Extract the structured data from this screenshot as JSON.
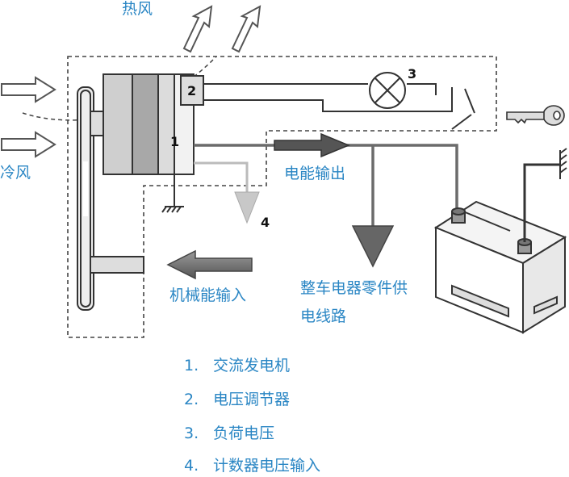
{
  "labels": {
    "hot_air": "热风",
    "cold_air": "冷风",
    "power_output": "电能输出",
    "mechanical_input": "机械能输入",
    "supply_line1": "整车电器零件供",
    "supply_line2": "电线路"
  },
  "markers": {
    "alternator": "1",
    "regulator": "2",
    "load": "3",
    "meter": "4"
  },
  "legend": [
    {
      "num": "1.",
      "text": "交流发电机"
    },
    {
      "num": "2.",
      "text": "电压调节器"
    },
    {
      "num": "3.",
      "text": "负荷电压"
    },
    {
      "num": "4.",
      "text": "计数器电压输入"
    }
  ],
  "colors": {
    "label_text": "#2a86c4",
    "wire": "#5a5a5a",
    "arrow_fill": "#777777",
    "dashed_border": "#444444"
  }
}
